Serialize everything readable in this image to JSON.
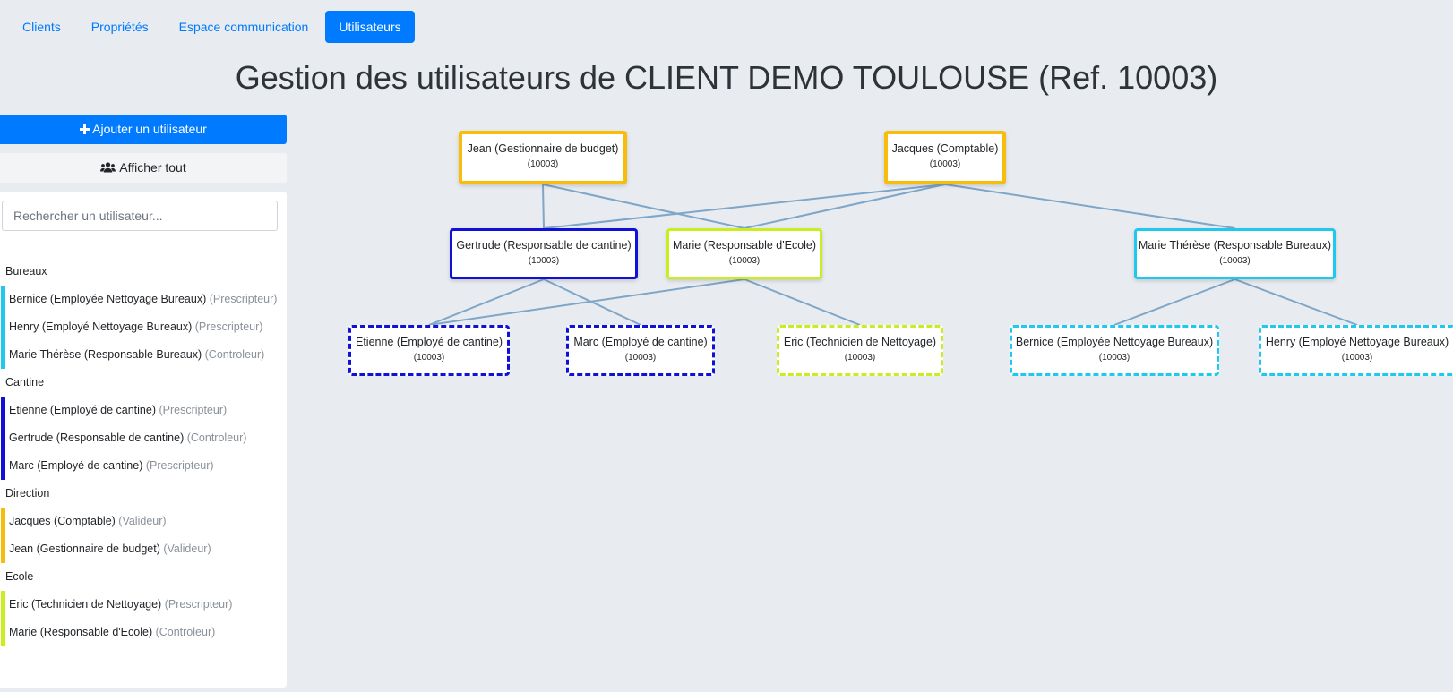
{
  "tabs": [
    {
      "label": "Clients"
    },
    {
      "label": "Propriétés"
    },
    {
      "label": "Espace communication"
    },
    {
      "label": "Utilisateurs"
    }
  ],
  "page_title": "Gestion des utilisateurs de CLIENT DEMO TOULOUSE (Ref. 10003)",
  "sidebar": {
    "add_label": "Ajouter un utilisateur",
    "add_icon": "plus-icon",
    "showall_label": "Afficher tout",
    "showall_icon": "users-icon",
    "search_placeholder": "Rechercher un utilisateur...",
    "groups": [
      {
        "title": "Bureaux",
        "color": "#1ec8ee",
        "members": [
          {
            "name": "Bernice (Employée Nettoyage Bureaux)",
            "role": "(Prescripteur)"
          },
          {
            "name": "Henry (Employé Nettoyage Bureaux)",
            "role": "(Prescripteur)"
          },
          {
            "name": "Marie Thérèse (Responsable Bureaux)",
            "role": "(Controleur)"
          }
        ]
      },
      {
        "title": "Cantine",
        "color": "#1010d8",
        "members": [
          {
            "name": "Etienne (Employé de cantine)",
            "role": "(Prescripteur)"
          },
          {
            "name": "Gertrude (Responsable de cantine)",
            "role": "(Controleur)"
          },
          {
            "name": "Marc (Employé de cantine)",
            "role": "(Prescripteur)"
          }
        ]
      },
      {
        "title": "Direction",
        "color": "#f8bd0a",
        "members": [
          {
            "name": "Jacques (Comptable)",
            "role": "(Valideur)"
          },
          {
            "name": "Jean (Gestionnaire de budget)",
            "role": "(Valideur)"
          }
        ]
      },
      {
        "title": "Ecole",
        "color": "#c8ee1e",
        "members": [
          {
            "name": "Eric (Technicien de Nettoyage)",
            "role": "(Prescripteur)"
          },
          {
            "name": "Marie (Responsable d'Ecole)",
            "role": "(Controleur)"
          }
        ]
      }
    ]
  },
  "org_chart": {
    "line_color": "#7ea6c8",
    "nodes": [
      {
        "id": "jean",
        "label": "Jean (Gestionnaire de budget)",
        "ref": "(10003)",
        "color": "#f8bd0a",
        "style": "solid"
      },
      {
        "id": "jacques",
        "label": "Jacques (Comptable)",
        "ref": "(10003)",
        "color": "#f8bd0a",
        "style": "solid"
      },
      {
        "id": "gertrude",
        "label": "Gertrude (Responsable de cantine)",
        "ref": "(10003)",
        "color": "#1010d8",
        "style": "solid"
      },
      {
        "id": "marie",
        "label": "Marie (Responsable d'Ecole)",
        "ref": "(10003)",
        "color": "#c8ee1e",
        "style": "solid"
      },
      {
        "id": "marie-therese",
        "label": "Marie Thérèse (Responsable Bureaux)",
        "ref": "(10003)",
        "color": "#1ec8ee",
        "style": "solid"
      },
      {
        "id": "etienne",
        "label": "Etienne (Employé de cantine)",
        "ref": "(10003)",
        "color": "#1010d8",
        "style": "dashed"
      },
      {
        "id": "marc",
        "label": "Marc (Employé de cantine)",
        "ref": "(10003)",
        "color": "#1010d8",
        "style": "dashed"
      },
      {
        "id": "eric",
        "label": "Eric (Technicien de Nettoyage)",
        "ref": "(10003)",
        "color": "#c8ee1e",
        "style": "dashed"
      },
      {
        "id": "bernice",
        "label": "Bernice (Employée Nettoyage Bureaux)",
        "ref": "(10003)",
        "color": "#1ec8ee",
        "style": "dashed"
      },
      {
        "id": "henry",
        "label": "Henry (Employé Nettoyage Bureaux)",
        "ref": "(10003)",
        "color": "#1ec8ee",
        "style": "dashed"
      }
    ],
    "links": [
      [
        "jean",
        "gertrude"
      ],
      [
        "jean",
        "marie"
      ],
      [
        "jacques",
        "gertrude"
      ],
      [
        "jacques",
        "marie"
      ],
      [
        "jacques",
        "marie-therese"
      ],
      [
        "gertrude",
        "etienne"
      ],
      [
        "gertrude",
        "marc"
      ],
      [
        "marie",
        "etienne"
      ],
      [
        "marie",
        "eric"
      ],
      [
        "marie-therese",
        "bernice"
      ],
      [
        "marie-therese",
        "henry"
      ]
    ]
  }
}
